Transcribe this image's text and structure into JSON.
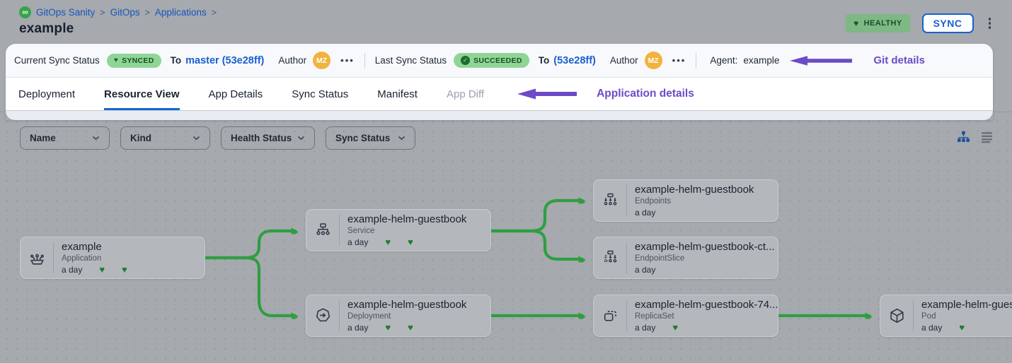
{
  "breadcrumb": {
    "separator": ">",
    "items": [
      "GitOps Sanity",
      "GitOps",
      "Applications"
    ]
  },
  "page": {
    "title": "example",
    "health_status": "HEALTHY",
    "sync_button": "SYNC"
  },
  "sync_bar": {
    "current": {
      "label": "Current Sync Status",
      "status": "SYNCED",
      "to": "To",
      "commit": "master (53e28ff)",
      "author_label": "Author",
      "author_initials": "MZ",
      "more": "•••"
    },
    "last": {
      "label": "Last Sync Status",
      "status": "SUCCEEDED",
      "to": "To",
      "commit": "(53e28ff)",
      "author_label": "Author",
      "author_initials": "MZ",
      "more": "•••"
    },
    "agent": {
      "label": "Agent:",
      "value": "example"
    },
    "annotation": "Git details"
  },
  "tabs": {
    "items": [
      "Deployment",
      "Resource View",
      "App Details",
      "Sync Status",
      "Manifest",
      "App Diff"
    ],
    "active": "Resource View",
    "annotation": "Application details"
  },
  "filters": [
    "Name",
    "Kind",
    "Health Status",
    "Sync Status"
  ],
  "nodes": [
    {
      "title": "example",
      "kind": "Application",
      "age": "a day",
      "hearts": 2
    },
    {
      "title": "example-helm-guestbook",
      "kind": "Service",
      "age": "a day",
      "hearts": 2
    },
    {
      "title": "example-helm-guestbook",
      "kind": "Deployment",
      "age": "a day",
      "hearts": 2
    },
    {
      "title": "example-helm-guestbook",
      "kind": "Endpoints",
      "age": "a day",
      "hearts": 0
    },
    {
      "title": "example-helm-guestbook-ct...",
      "kind": "EndpointSlice",
      "age": "a day",
      "hearts": 0
    },
    {
      "title": "example-helm-guestbook-74...",
      "kind": "ReplicaSet",
      "age": "a day",
      "hearts": 1
    },
    {
      "title": "example-helm-guest",
      "kind": "Pod",
      "age": "a day",
      "hearts": 1
    }
  ],
  "icons": {
    "heart": "♥",
    "check": "✓",
    "logo": "∞"
  },
  "colors": {
    "edge_green": "#2f9e41",
    "heart_green": "#1e7a31",
    "badge_green": "#8fd596",
    "healthy_green": "#7db885",
    "accent_blue": "#1a5fd0",
    "annotation_purple": "#6b4bc6",
    "avatar_orange": "#f2b33d",
    "canvas_gray": "#a6a9ad"
  }
}
